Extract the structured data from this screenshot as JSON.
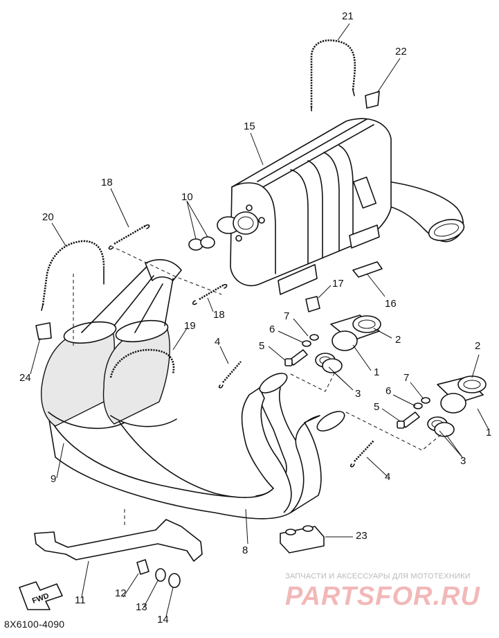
{
  "diagram": {
    "part_labels": [
      {
        "id": "l21",
        "text": "21"
      },
      {
        "id": "l22",
        "text": "22"
      },
      {
        "id": "l15",
        "text": "15"
      },
      {
        "id": "l18a",
        "text": "18"
      },
      {
        "id": "l10",
        "text": "10"
      },
      {
        "id": "l20",
        "text": "20"
      },
      {
        "id": "l18b",
        "text": "18"
      },
      {
        "id": "l17",
        "text": "17"
      },
      {
        "id": "l16",
        "text": "16"
      },
      {
        "id": "l7a",
        "text": "7"
      },
      {
        "id": "l6a",
        "text": "6"
      },
      {
        "id": "l5a",
        "text": "5"
      },
      {
        "id": "l2a",
        "text": "2"
      },
      {
        "id": "l1a",
        "text": "1"
      },
      {
        "id": "l3a",
        "text": "3"
      },
      {
        "id": "l19",
        "text": "19"
      },
      {
        "id": "l4a",
        "text": "4"
      },
      {
        "id": "l24",
        "text": "24"
      },
      {
        "id": "l2b",
        "text": "2"
      },
      {
        "id": "l7b",
        "text": "7"
      },
      {
        "id": "l6b",
        "text": "6"
      },
      {
        "id": "l5b",
        "text": "5"
      },
      {
        "id": "l1b",
        "text": "1"
      },
      {
        "id": "l3b",
        "text": "3"
      },
      {
        "id": "l9",
        "text": "9"
      },
      {
        "id": "l4b",
        "text": "4"
      },
      {
        "id": "l8",
        "text": "8"
      },
      {
        "id": "l23",
        "text": "23"
      },
      {
        "id": "l11",
        "text": "11"
      },
      {
        "id": "l12",
        "text": "12"
      },
      {
        "id": "l13",
        "text": "13"
      },
      {
        "id": "l14",
        "text": "14"
      }
    ],
    "fwd_label": "FWD",
    "diagram_code": "8X6100-4090"
  },
  "watermark": {
    "tagline": "ЗАПЧАСТИ И АКСЕССУАРЫ ДЛЯ МОТОТЕХНИКИ",
    "logo": "PARTSFOR.RU"
  }
}
